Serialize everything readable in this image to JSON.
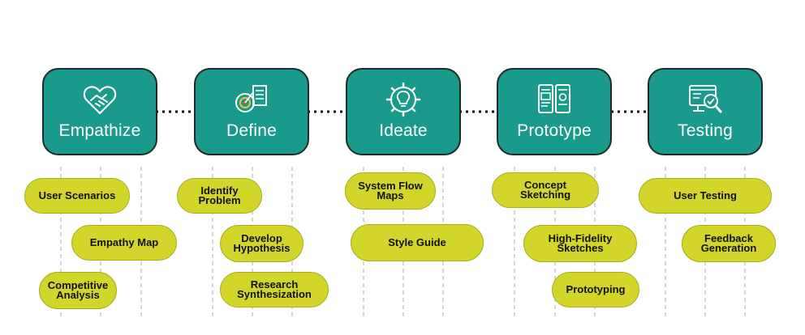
{
  "colors": {
    "phase_fill": "#1a9a8a",
    "phase_border": "#1f2b2a",
    "task_fill": "#d2d62a",
    "guide_line": "#c8c8c8"
  },
  "phases": [
    {
      "label": "Empathize",
      "icon": "heart-handshake-icon",
      "tasks": [
        "User Scenarios",
        "Empathy Map",
        "Competitive\nAnalysis"
      ]
    },
    {
      "label": "Define",
      "icon": "target-document-icon",
      "tasks": [
        "Identify\nProblem",
        "Develop\nHypothesis",
        "Research\nSynthesization"
      ]
    },
    {
      "label": "Ideate",
      "icon": "lightbulb-gear-icon",
      "tasks": [
        "System Flow\nMaps",
        "Style Guide"
      ]
    },
    {
      "label": "Prototype",
      "icon": "wireframe-screens-icon",
      "tasks": [
        "Concept\nSketching",
        "High-Fidelity\nSketches",
        "Prototyping"
      ]
    },
    {
      "label": "Testing",
      "icon": "monitor-magnifier-icon",
      "tasks": [
        "User Testing",
        "Feedback\nGeneration"
      ]
    }
  ]
}
